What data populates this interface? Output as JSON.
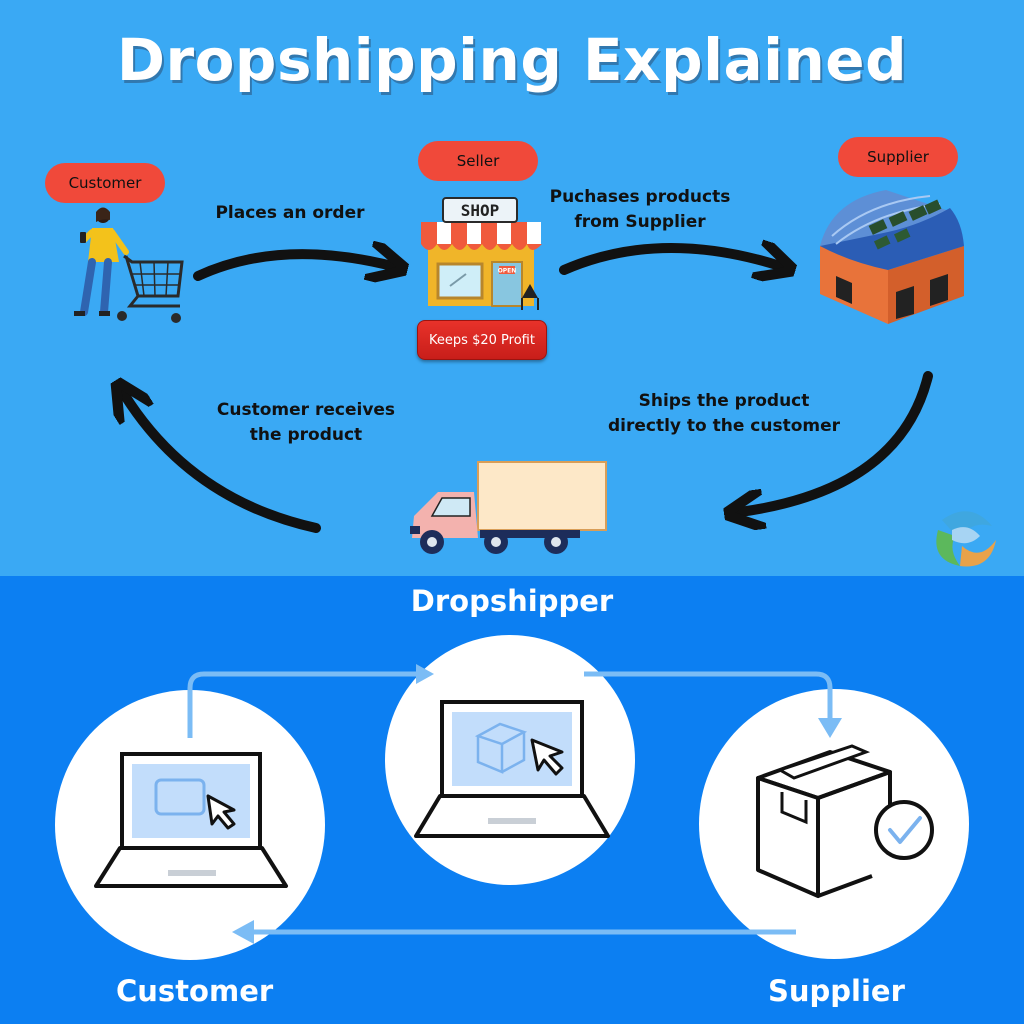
{
  "title": "Dropshipping Explained",
  "top": {
    "customer_pill": "Customer",
    "seller_pill": "Seller",
    "supplier_pill": "Supplier",
    "profit_label": "Keeps $20 Profit",
    "shop_sign": "SHOP",
    "open_sign": "OPEN",
    "step_order": "Places an order",
    "step_purchase_line1": "Puchases products",
    "step_purchase_line2": "from Supplier",
    "step_ship_line1": "Ships the product",
    "step_ship_line2": "directly to the customer",
    "step_receive_line1": "Customer receives",
    "step_receive_line2": "the product"
  },
  "bottom": {
    "heading": "Dropshipper",
    "customer_label": "Customer",
    "supplier_label": "Supplier"
  },
  "colors": {
    "top_background": "#3aa9f4",
    "bottom_background": "#0c7ff2",
    "pill_red": "#f0493a",
    "flow_arrow": "#7bbcf5"
  }
}
